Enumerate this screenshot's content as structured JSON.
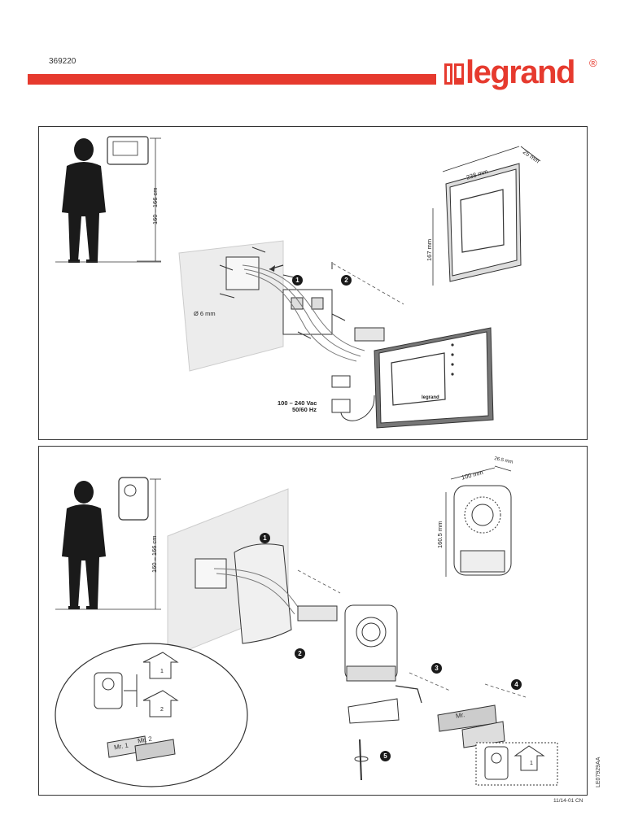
{
  "header": {
    "doc_code": "369220",
    "brand": "legrand",
    "brand_mark": "®",
    "accent_color": "#e63a2e"
  },
  "panel_monitor": {
    "height_range": "160 – 166 cm",
    "dim_width": "238 mm",
    "dim_depth": "25 mm",
    "dim_height": "167 mm",
    "drill": "Ø 6 mm",
    "power_voltage": "100 – 240 Vac",
    "power_freq": "50/60 Hz",
    "step1": "1",
    "step2": "2",
    "screen_brand": "legrand"
  },
  "panel_door": {
    "height_range": "160 – 166 cm",
    "dim_width": "100 mm",
    "dim_depth": "26.5 mm",
    "dim_height": "160.5 mm",
    "step1": "1",
    "step2": "2",
    "step3": "3",
    "step4": "4",
    "step5": "5",
    "option_arrow_1": "1",
    "option_arrow_2": "2",
    "inset_arrow_1": "1",
    "nameplate_left_1": "Mr. 1",
    "nameplate_left_2": "Mr. 2",
    "nameplate_main": "Mr."
  },
  "footer": {
    "revision": "11/14-01 CN",
    "drawing_code": "LE07929AA"
  }
}
